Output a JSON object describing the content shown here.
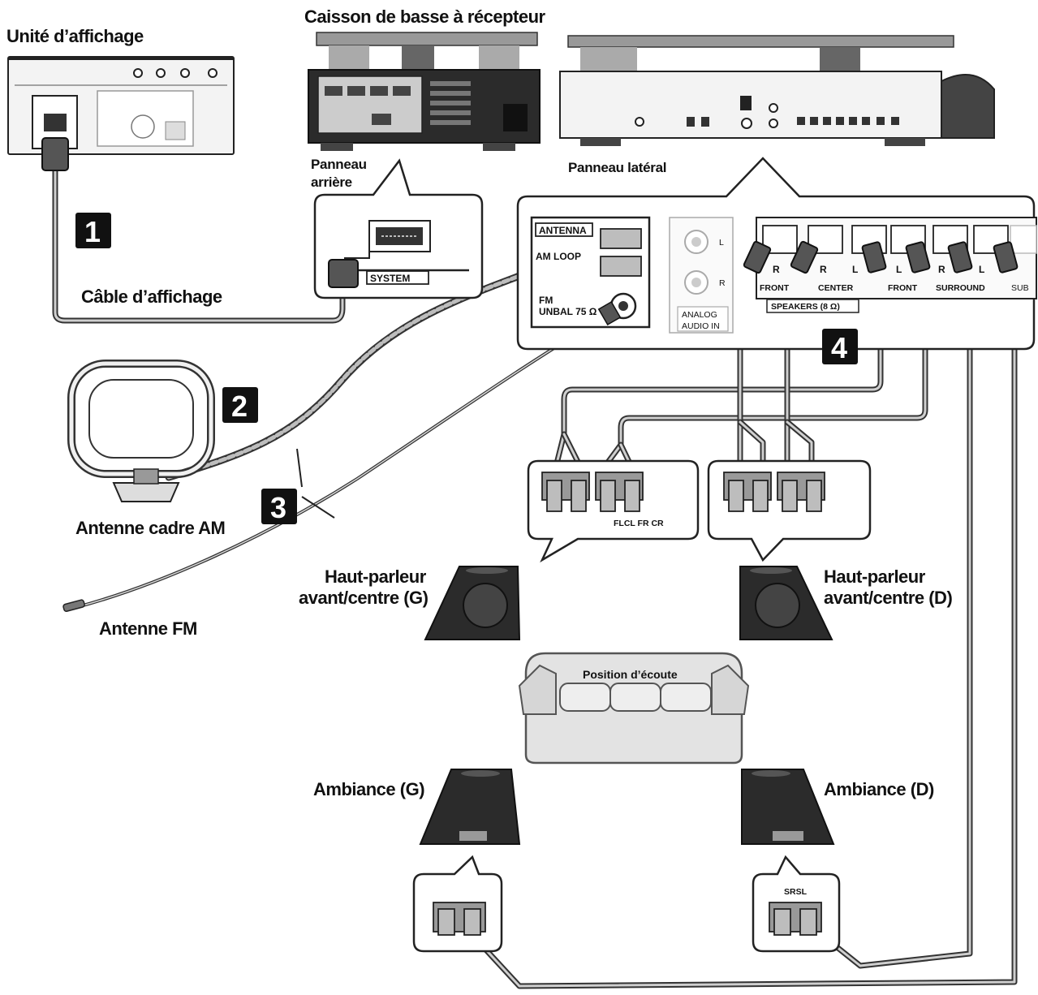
{
  "labels": {
    "display_unit": "Unité d’affichage",
    "subwoofer_receiver": "Caisson de basse à récepteur",
    "rear_panel_line1": "Panneau",
    "rear_panel_line2": "arrière",
    "side_panel": "Panneau latéral",
    "display_cable": "Câble d’affichage",
    "am_loop_antenna": "Antenne cadre AM",
    "fm_antenna": "Antenne FM",
    "front_center_left_line1": "Haut-parleur",
    "front_center_left_line2": "avant/centre (G)",
    "front_center_right_line1": "Haut-parleur",
    "front_center_right_line2": "avant/centre (D)",
    "listening_position": "Position d’écoute",
    "surround_left": "Ambiance (G)",
    "surround_right": "Ambiance (D)"
  },
  "steps": [
    "1",
    "2",
    "3",
    "4"
  ],
  "panel": {
    "system": "SYSTEM",
    "antenna": "ANTENNA",
    "am_loop": "AM LOOP",
    "fm_line1": "FM",
    "fm_line2": "UNBAL 75 Ω",
    "analog_line1": "ANALOG",
    "analog_line2": "AUDIO IN",
    "analog_l": "L",
    "analog_r": "R",
    "speakers": "SPEAKERS (8 Ω)",
    "channels": [
      "R",
      "R",
      "L",
      "L",
      "R",
      "L"
    ],
    "groups": [
      "FRONT",
      "CENTER",
      "FRONT",
      "SURROUND",
      "SUB"
    ]
  },
  "speaker_terminals": {
    "left_callout": "FLCL FR CR",
    "right_surround": "SRSL"
  },
  "colors": {
    "ink": "#111111",
    "cable": "#333333",
    "cable_core": "#cfcfcf",
    "speaker_body": "#2b2b2b",
    "sofa": "#e3e3e3"
  }
}
